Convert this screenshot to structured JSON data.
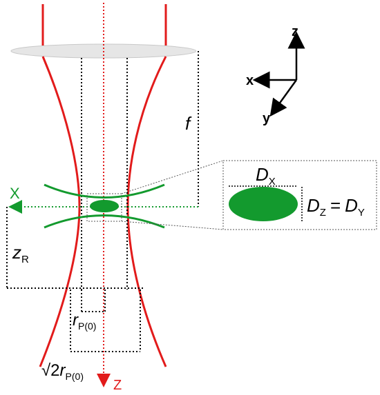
{
  "labels": {
    "f": "f",
    "z_R_main": "z",
    "z_R_sub": "R",
    "x_green": "X",
    "z_beam": "Z",
    "r_main": "r",
    "r_sub": "P(0)",
    "sqrt2": "√2",
    "r2_main": "r",
    "r2_sub": "P(0)",
    "Dx_main": "D",
    "Dx_sub": "X",
    "Dz_main": "D",
    "Dz_sub": "Z",
    "equals": "=",
    "Dy_main": "D",
    "Dy_sub": "Y"
  },
  "axes": {
    "z": "z",
    "x": "x",
    "y": "y"
  },
  "colors": {
    "beam_red": "#e21b1b",
    "focus_green": "#139a2e",
    "lens_gray": "#e6e6e6",
    "dotted_black": "#000000"
  }
}
